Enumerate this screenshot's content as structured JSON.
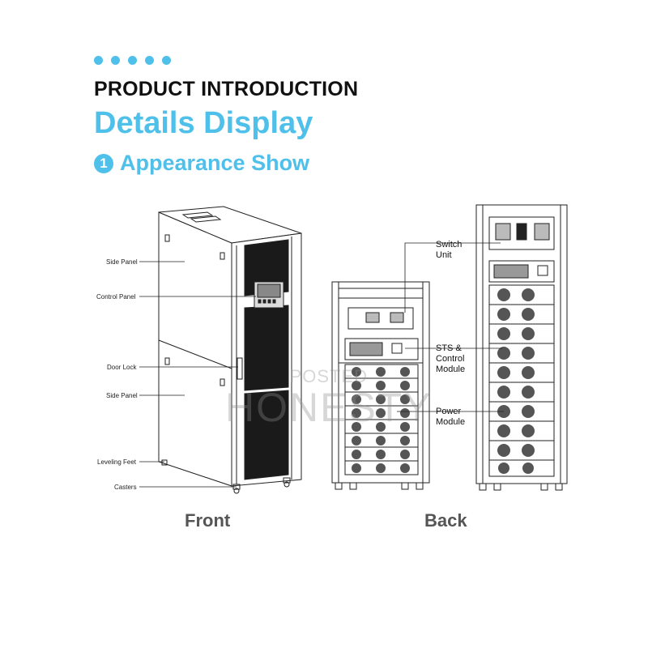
{
  "header": {
    "title": "PRODUCT INTRODUCTION",
    "subtitle": "Details Display",
    "section_number": "1",
    "section_title": "Appearance Show"
  },
  "front": {
    "caption": "Front",
    "labels": {
      "side_panel_top": "Side Panel",
      "control_panel": "Control Panel",
      "door_lock": "Door Lock",
      "side_panel_bottom": "Side Panel",
      "leveling_feet": "Leveling Feet",
      "casters": "Casters"
    }
  },
  "back": {
    "caption": "Back",
    "labels": {
      "switch_unit_line1": "Switch",
      "switch_unit_line2": "Unit",
      "sts_line1": "STS &",
      "sts_line2": "Control",
      "sts_line3": "Module",
      "power_line1": "Power",
      "power_line2": "Module"
    }
  },
  "watermark": {
    "line1": "POSTED",
    "line2": "HONESTY"
  },
  "colors": {
    "accent": "#4fc0ea",
    "heading": "#111111",
    "caption": "#555555"
  }
}
